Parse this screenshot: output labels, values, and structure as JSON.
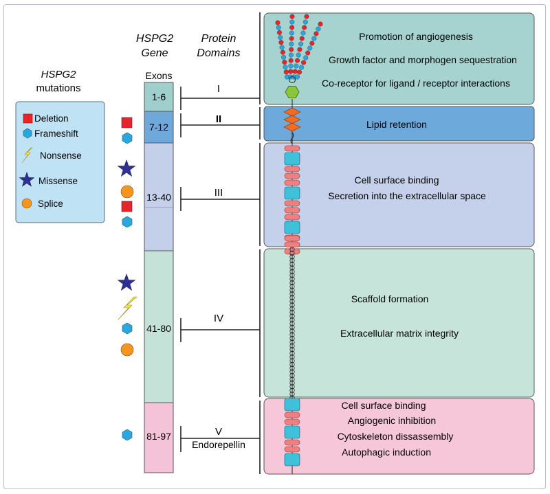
{
  "headers": {
    "gene_title": "HSPG2",
    "gene_subtitle": "Gene",
    "domains_title": "Protein",
    "domains_subtitle": "Domains",
    "mutations_title": "HSPG2",
    "mutations_subtitle": "mutations",
    "exons_label": "Exons"
  },
  "legend": [
    {
      "icon": "square",
      "label": "Deletion"
    },
    {
      "icon": "hexagon",
      "label": "Frameshift"
    },
    {
      "icon": "lightning",
      "label": "Nonsense"
    },
    {
      "icon": "star",
      "label": "Missense"
    },
    {
      "icon": "circle",
      "label": "Splice"
    }
  ],
  "exons": [
    {
      "label": "1-6",
      "color": "#9fcfcc"
    },
    {
      "label": "7-12",
      "color": "#6fa9dc"
    },
    {
      "label": "13-40",
      "color": "#c4cfea"
    },
    {
      "label": "41-80",
      "color": "#c4e2d8"
    },
    {
      "label": "81-97",
      "color": "#f5c3d7"
    }
  ],
  "domains": [
    {
      "numeral": "I",
      "sublabel": "",
      "functions": [
        "Promotion of angiogenesis",
        "Growth factor and morphogen sequestration",
        "Co-receptor for ligand / receptor interactions"
      ],
      "color": "#a6d3d0"
    },
    {
      "numeral": "II",
      "sublabel": "",
      "functions": [
        "Lipid retention"
      ],
      "color": "#6ea9dc"
    },
    {
      "numeral": "III",
      "sublabel": "",
      "functions": [
        "Cell surface binding",
        "Secretion into the extracellular space"
      ],
      "color": "#c5d0ea"
    },
    {
      "numeral": "IV",
      "sublabel": "",
      "functions": [
        "Scaffold formation",
        "Extracellular matrix integrity"
      ],
      "color": "#c7e4da"
    },
    {
      "numeral": "V",
      "sublabel": "Endorepellin",
      "functions": [
        "Cell surface binding",
        "Angiogenic inhibition",
        "Cytoskeleton dissassembly",
        "Autophagic induction"
      ],
      "color": "#f6c6d9"
    }
  ],
  "colors": {
    "deletion": "#e8242b",
    "frameshift": "#29a8e0",
    "nonsense": "#f4e83a",
    "missense": "#2e3192",
    "splice": "#f7941d",
    "legend_bg": "#bfe3f5",
    "hexagon_green": "#8cc63f",
    "kringle": "#f26b21",
    "chain_red": "#e8242b",
    "chain_blue": "#29a8e0",
    "ig_pink": "#f08080",
    "lg_cyan": "#3fc1d9"
  }
}
